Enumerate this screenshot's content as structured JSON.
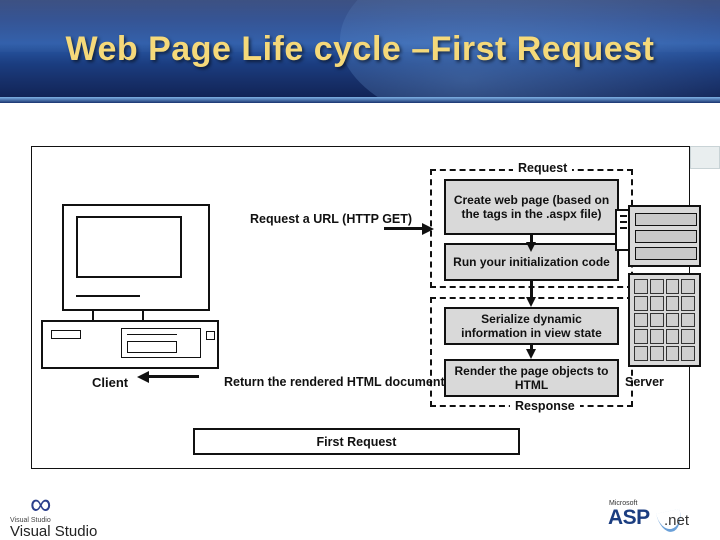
{
  "slide": {
    "title": "Web Page Life cycle –First Request"
  },
  "diagram": {
    "client_label": "Client",
    "server_label": "Server",
    "request_arrow_label": "Request a URL (HTTP GET)",
    "response_arrow_label": "Return the rendered HTML document",
    "group_request_label": "Request",
    "group_response_label": "Response",
    "caption": "First Request",
    "steps": [
      {
        "id": "create-web-page",
        "text": "Create web page (based on the tags in the .aspx file)"
      },
      {
        "id": "run-init-code",
        "text": "Run your initialization code"
      },
      {
        "id": "serialize-view-state",
        "text": "Serialize dynamic information in view state"
      },
      {
        "id": "render-page-objects",
        "text": "Render the page objects to HTML"
      }
    ]
  },
  "footer": {
    "visual_studio": {
      "small_text": "Visual Studio",
      "name": "Visual Studio"
    },
    "aspnet": {
      "microsoft": "Microsoft",
      "asp": "ASP",
      "net": ".net"
    }
  },
  "colors": {
    "banner_dark": "#18306b",
    "banner_mid": "#2a5aa8",
    "title_gold": "#f5d97a",
    "step_fill": "#d9d9d9",
    "outline": "#111111"
  }
}
